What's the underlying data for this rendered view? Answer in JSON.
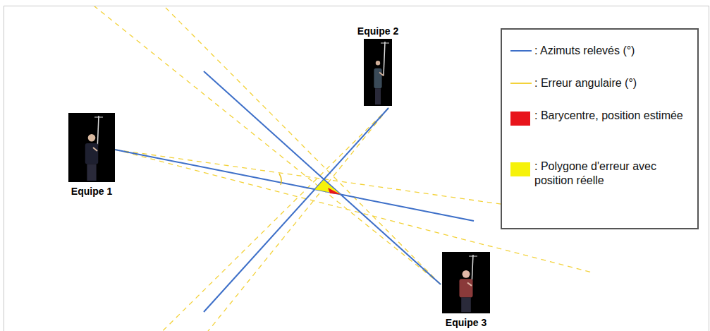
{
  "diagram": {
    "nodes": [
      {
        "text": [
          "Equipe 1"
        ]
      },
      {
        "text": [
          "Equipe 2"
        ]
      },
      {
        "text": [
          "Equipe 3"
        ]
      }
    ],
    "legend": [
      {
        "text": ": Azimuts relevés (°)"
      },
      {
        "text": ": Erreur angulaire (°)"
      },
      {
        "text": ": Barycentre, position estimée",
        "color": "#e8141b"
      },
      {
        "text": ": Polygone d'erreur avec position réelle",
        "color": "#f6f20a"
      }
    ]
  }
}
